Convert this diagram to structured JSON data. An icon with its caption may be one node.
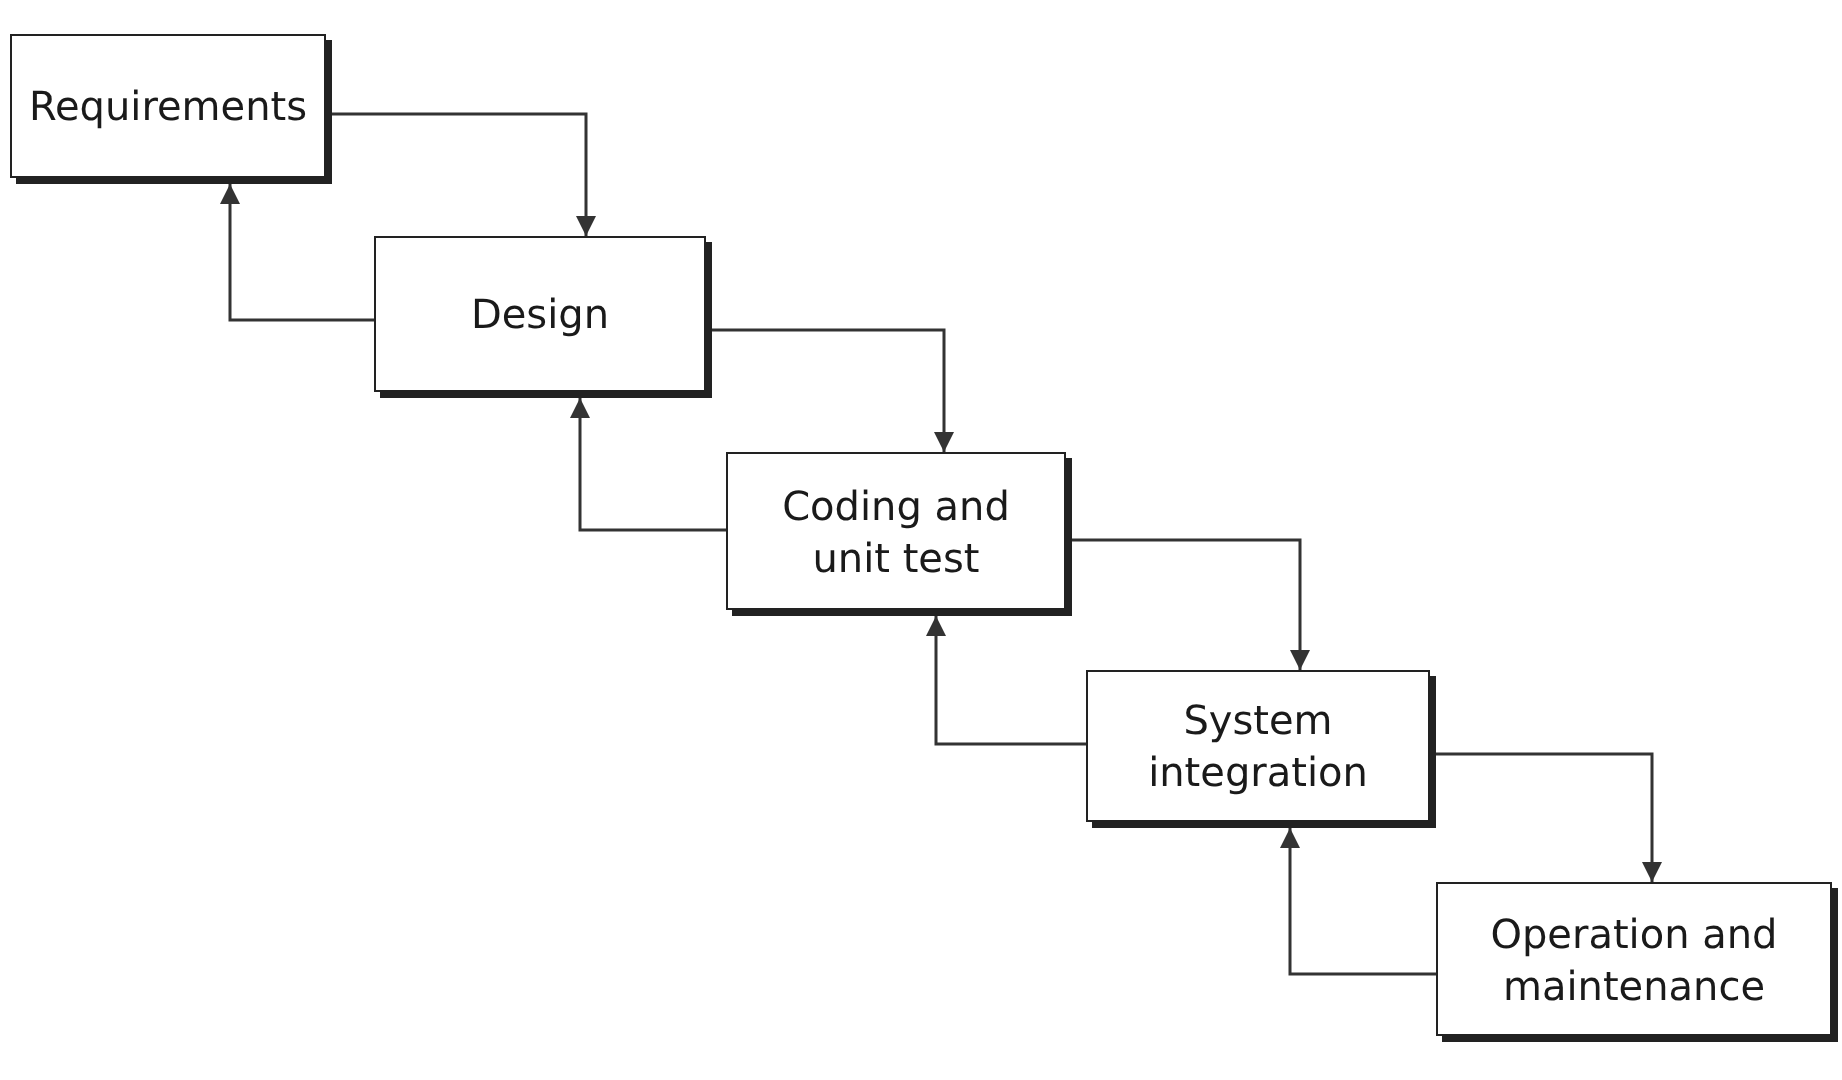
{
  "diagram": {
    "nodes": [
      {
        "text": [
          "Requirements"
        ]
      },
      {
        "text": [
          "Design"
        ]
      },
      {
        "text": [
          "Coding and unit test"
        ]
      },
      {
        "text": [
          "System integration"
        ]
      },
      {
        "text": [
          "Operation and maintenance"
        ]
      }
    ],
    "edges": [
      {
        "from": 0,
        "to": 1,
        "arrow": "to"
      },
      {
        "from": 1,
        "to": 0,
        "arrow": "to"
      },
      {
        "from": 1,
        "to": 2,
        "arrow": "to"
      },
      {
        "from": 2,
        "to": 1,
        "arrow": "to"
      },
      {
        "from": 2,
        "to": 3,
        "arrow": "to"
      },
      {
        "from": 3,
        "to": 2,
        "arrow": "to"
      },
      {
        "from": 3,
        "to": 4,
        "arrow": "to"
      },
      {
        "from": 4,
        "to": 3,
        "arrow": "to"
      }
    ]
  }
}
